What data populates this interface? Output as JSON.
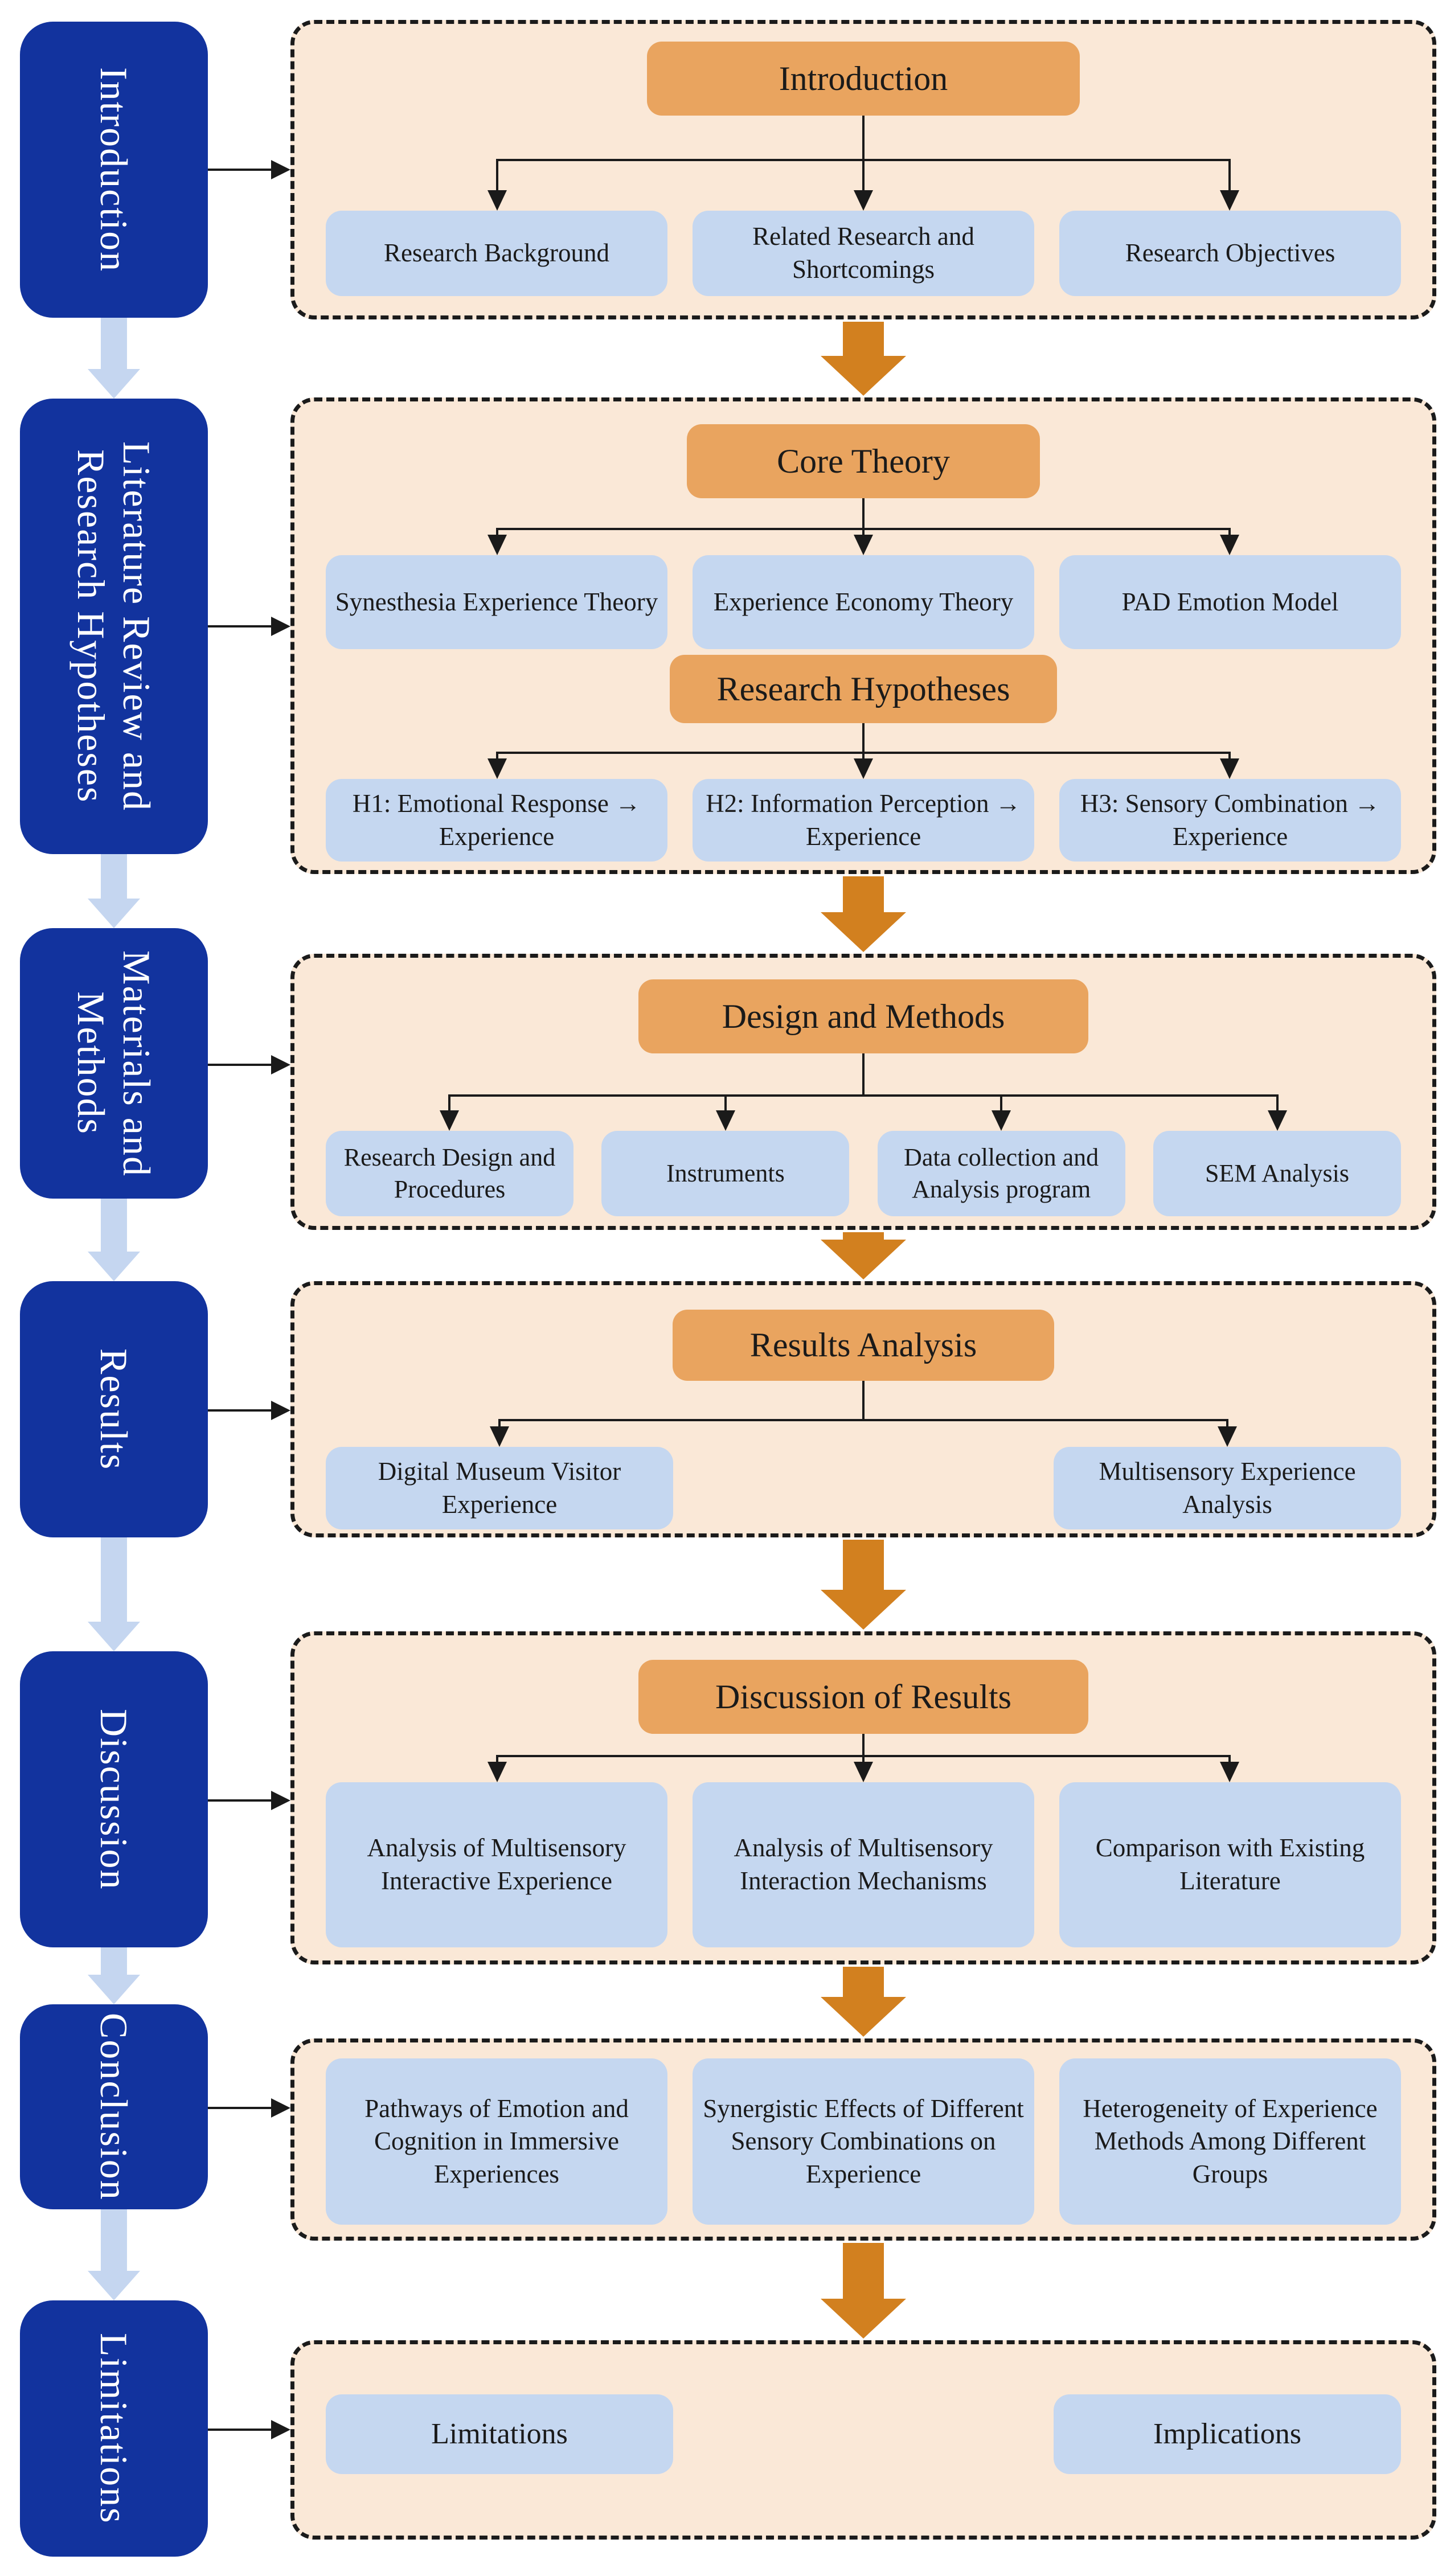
{
  "title": "Research paper structure flowchart",
  "colors": {
    "sidebar_blue": "#12339E",
    "panel_bg": "#FAE8D7",
    "header_orange": "#E9A45F",
    "child_blue": "#C5D7F0",
    "flow_orange": "#D2801F",
    "soft_arrow": "#C5D6F0",
    "ink": "#1a1a1a"
  },
  "sidebar": {
    "items": [
      {
        "label": "Introduction",
        "label2": ""
      },
      {
        "label": "Literature Review and",
        "label2": "Research Hypotheses"
      },
      {
        "label": "Materials and",
        "label2": "Methods"
      },
      {
        "label": "Results",
        "label2": ""
      },
      {
        "label": "Discussion",
        "label2": ""
      },
      {
        "label": "Conclusion",
        "label2": ""
      },
      {
        "label": "Limitations",
        "label2": ""
      }
    ]
  },
  "sections": [
    {
      "header": "Introduction",
      "children": [
        "Research Background",
        "Related Research and Shortcomings",
        "Research Objectives"
      ]
    },
    {
      "header": "Core Theory",
      "children": [
        "Synesthesia Experience Theory",
        "Experience Economy Theory",
        "PAD Emotion Model"
      ],
      "header2": "Research Hypotheses",
      "children2": [
        "H1: Emotional Response → Experience",
        "H2: Information Perception → Experience",
        "H3: Sensory Combination → Experience"
      ]
    },
    {
      "header": "Design and Methods",
      "children": [
        "Research Design and Procedures",
        "Instruments",
        "Data collection and Analysis program",
        "SEM Analysis"
      ]
    },
    {
      "header": "Results Analysis",
      "children": [
        "Digital Museum Visitor Experience",
        "Multisensory Experience Analysis"
      ]
    },
    {
      "header": "Discussion of Results",
      "children": [
        "Analysis of Multisensory Interactive Experience",
        "Analysis of Multisensory Interaction Mechanisms",
        "Comparison with Existing Literature"
      ]
    },
    {
      "children": [
        "Pathways of Emotion and Cognition in Immersive Experiences",
        "Synergistic Effects of Different Sensory Combinations on Experience",
        "Heterogeneity of Experience Methods Among Different Groups"
      ]
    },
    {
      "children": [
        "Limitations",
        "Implications"
      ]
    }
  ]
}
